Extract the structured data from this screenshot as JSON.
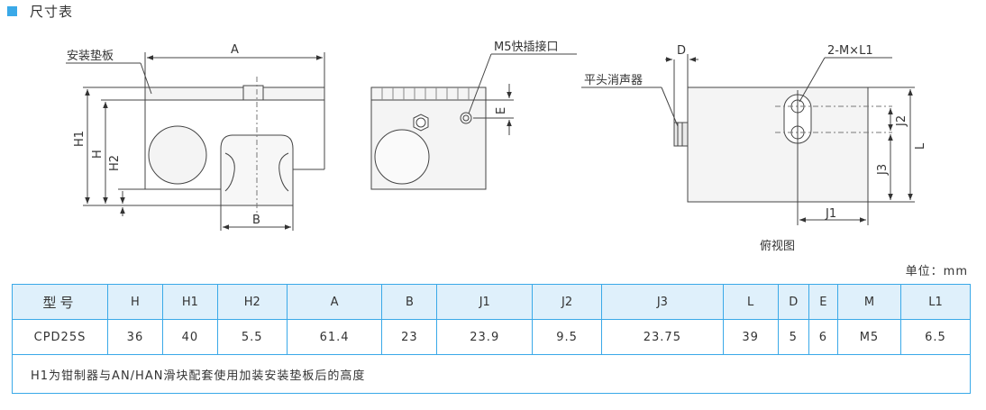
{
  "section_title": "尺寸表",
  "labels": {
    "mount_plate": "安装垫板",
    "A": "A",
    "H1": "H1",
    "H": "H",
    "H2": "H2",
    "B": "B",
    "m5_port": "M5快插接口",
    "E": "E",
    "D": "D",
    "muffler": "平头消声器",
    "hole": "2-M×L1",
    "J2": "J2",
    "J3": "J3",
    "L": "L",
    "J1": "J1",
    "top_view": "俯视图"
  },
  "unit": "单位：mm",
  "table": {
    "headers": [
      "型号",
      "H",
      "H1",
      "H2",
      "A",
      "B",
      "J1",
      "J2",
      "J3",
      "L",
      "D",
      "E",
      "M",
      "L1"
    ],
    "row": [
      "CPD25S",
      "36",
      "40",
      "5.5",
      "61.4",
      "23",
      "23.9",
      "9.5",
      "23.75",
      "39",
      "5",
      "6",
      "M5",
      "6.5"
    ],
    "note": "H1为钳制器与AN/HAN滑块配套使用加装安装垫板后的高度"
  }
}
